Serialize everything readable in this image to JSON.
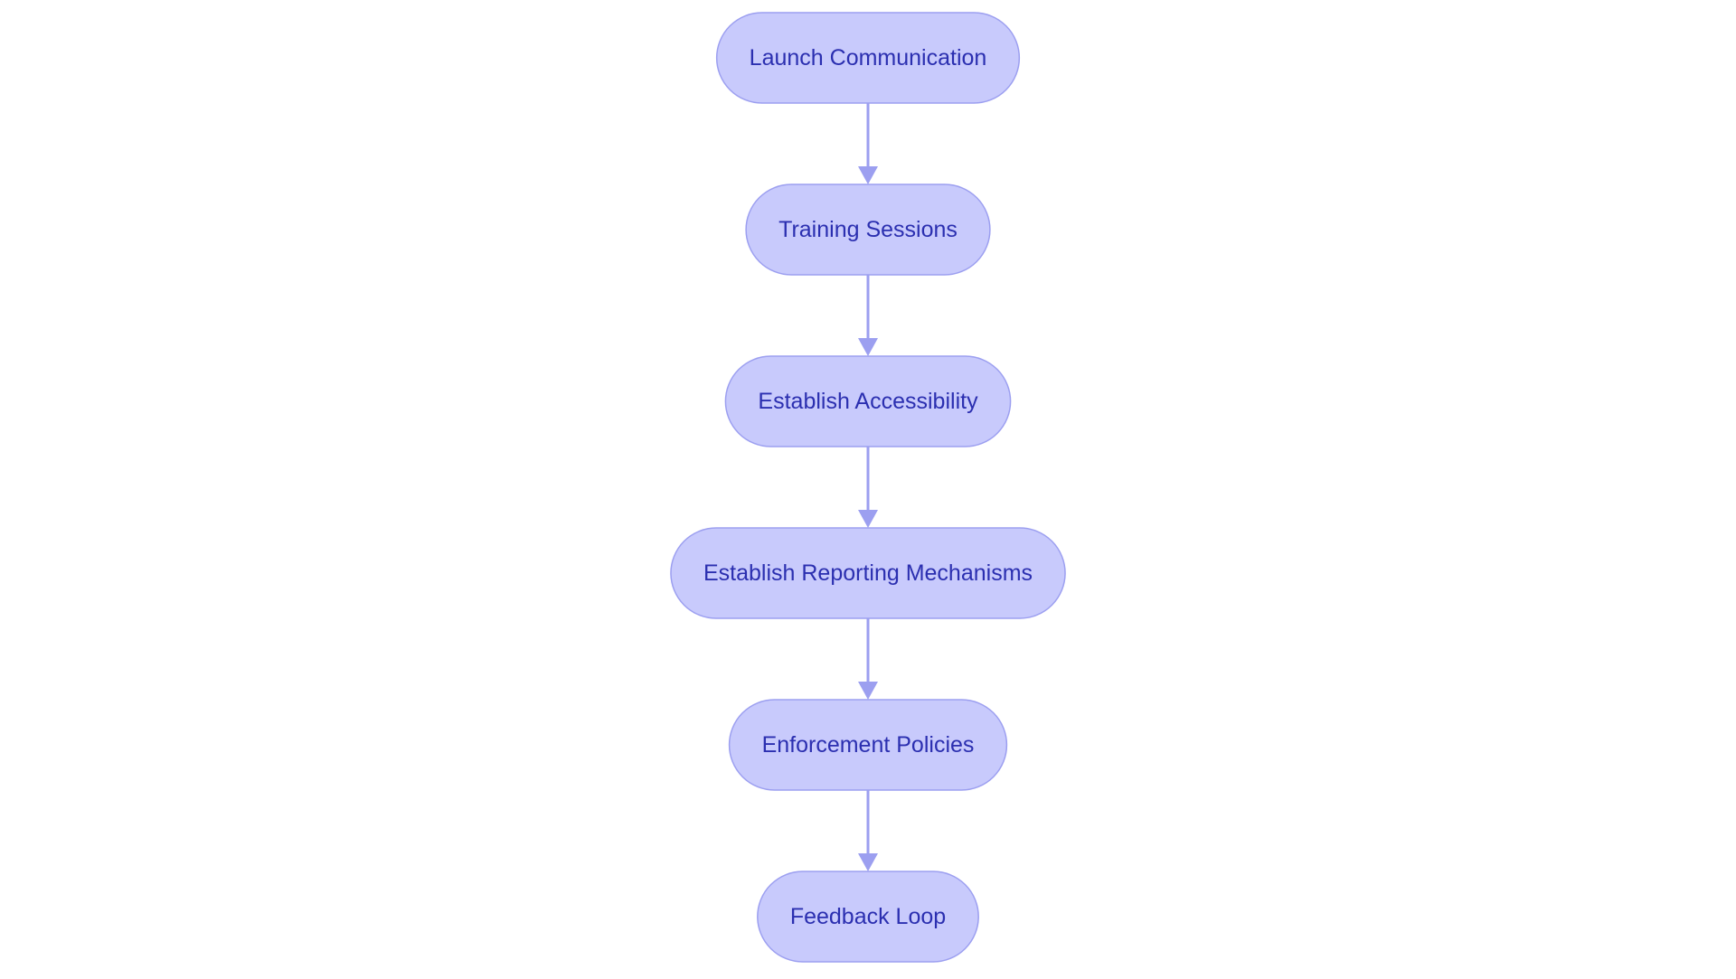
{
  "diagram": {
    "type": "flowchart",
    "direction": "top-to-bottom",
    "colors": {
      "node_fill": "#c8cafc",
      "node_border": "#9c9ff0",
      "node_text": "#2b2fb0",
      "edge": "#9c9ff0",
      "background": "#ffffff"
    },
    "nodes": [
      {
        "id": "launch-communication",
        "label": "Launch Communication"
      },
      {
        "id": "training-sessions",
        "label": "Training Sessions"
      },
      {
        "id": "establish-accessibility",
        "label": "Establish Accessibility"
      },
      {
        "id": "establish-reporting-mechanisms",
        "label": "Establish Reporting Mechanisms"
      },
      {
        "id": "enforcement-policies",
        "label": "Enforcement Policies"
      },
      {
        "id": "feedback-loop",
        "label": "Feedback Loop"
      }
    ],
    "edges": [
      {
        "from": "launch-communication",
        "to": "training-sessions"
      },
      {
        "from": "training-sessions",
        "to": "establish-accessibility"
      },
      {
        "from": "establish-accessibility",
        "to": "establish-reporting-mechanisms"
      },
      {
        "from": "establish-reporting-mechanisms",
        "to": "enforcement-policies"
      },
      {
        "from": "enforcement-policies",
        "to": "feedback-loop"
      }
    ]
  }
}
